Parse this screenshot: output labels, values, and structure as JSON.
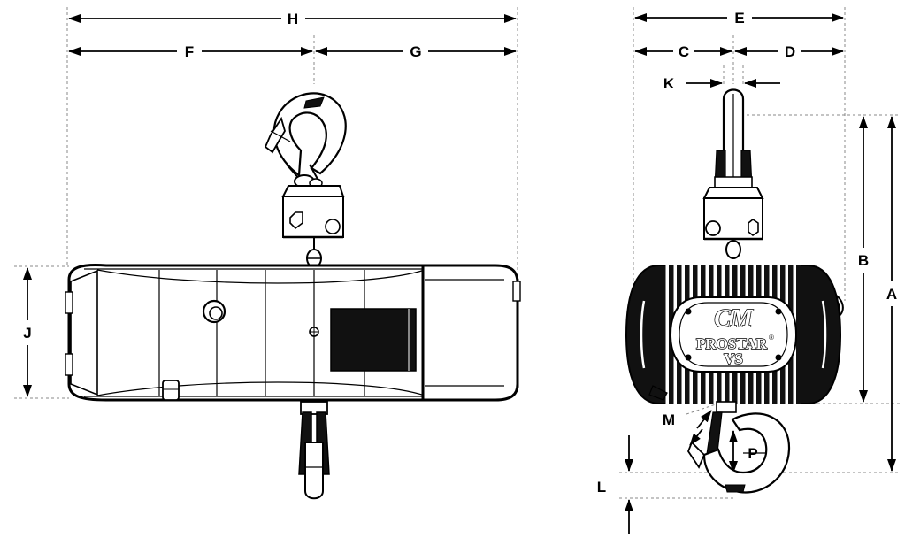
{
  "diagram": {
    "dimension_labels": {
      "A": "A",
      "B": "B",
      "C": "C",
      "D": "D",
      "E": "E",
      "F": "F",
      "G": "G",
      "H": "H",
      "J": "J",
      "K": "K",
      "L": "L",
      "M": "M",
      "P": "P"
    },
    "brand": {
      "logo": "CM",
      "product": "PROSTAR",
      "mark": "®",
      "model": "VS"
    }
  }
}
